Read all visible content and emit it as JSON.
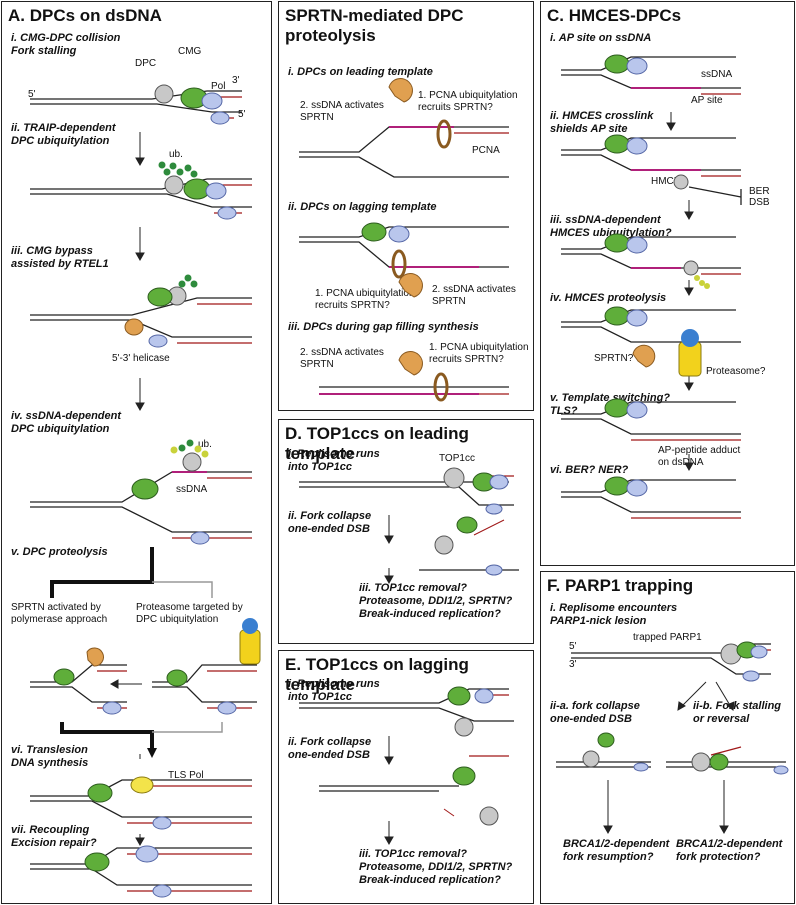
{
  "panels": {
    "a": {
      "title": "A. DPCs on dsDNA",
      "steps": [
        [
          "i. CMG-DPC collision",
          "Fork stalling"
        ],
        [
          "ii. TRAIP-dependent",
          "DPC ubiquitylation"
        ],
        [
          "iii. CMG bypass",
          "assisted by RTEL1"
        ],
        [
          "iv. ssDNA-dependent",
          "DPC ubiquitylation"
        ],
        [
          "v. DPC proteolysis"
        ],
        [
          "vi. Translesion",
          "DNA synthesis"
        ],
        [
          "vii. Recoupling",
          "Excision repair?"
        ]
      ],
      "labels": {
        "dpc": "DPC",
        "cmg": "CMG",
        "pol": "Pol",
        "ub1": "ub.",
        "helicase": "5'-3' helicase",
        "ub2": "ub.",
        "ssdna": "ssDNA",
        "sprtn_line1": "SPRTN activated by",
        "sprtn_line2": "polymerase approach",
        "prot_line1": "Proteasome targeted by",
        "prot_line2": "DPC ubiquitylation",
        "tlspol": "TLS Pol"
      }
    },
    "b": {
      "title": [
        "SPRTN-mediated DPC",
        "proteolysis"
      ],
      "steps": [
        "i. DPCs on leading template",
        "ii. DPCs on lagging template",
        "iii. DPCs during gap filling synthesis"
      ],
      "labels": {
        "pcna_ub1": "1. PCNA ubiquitylation",
        "recruits": "recruits SPRTN?",
        "ssdna_act1": "2. ssDNA activates",
        "sprtn": "SPRTN",
        "pcna": "PCNA"
      }
    },
    "c": {
      "title": "C. HMCES-DPCs",
      "steps": [
        [
          "i. AP site on ssDNA"
        ],
        [
          "ii. HMCES crosslink",
          "shields AP site"
        ],
        [
          "iii. ssDNA-dependent",
          "HMCES ubiquitylation?"
        ],
        [
          "iv. HMCES proteolysis"
        ],
        [
          "v. Template switching?",
          "TLS?"
        ],
        [
          "vi. BER? NER?"
        ]
      ],
      "labels": {
        "ssdna": "ssDNA",
        "apsite": "AP site",
        "hmces": "HMCES",
        "ber": "BER",
        "dsb": "DSB",
        "sprtn": "SPRTN?",
        "proteasome": "Proteasome?",
        "adduct1": "AP-peptide adduct",
        "adduct2": "on dsDNA"
      }
    },
    "d": {
      "title": "D. TOP1ccs on leading template",
      "steps": [
        [
          "i. Replisome runs",
          "into TOP1cc"
        ],
        [
          "ii. Fork collapse",
          "one-ended DSB"
        ],
        [
          "iii. TOP1cc removal?",
          "Proteasome, DDI1/2, SPRTN?",
          "Break-induced replication?"
        ]
      ],
      "labels": {
        "top1cc": "TOP1cc"
      }
    },
    "e": {
      "title": "E. TOP1ccs on lagging template",
      "steps": [
        [
          "i. Replisome runs",
          "into TOP1cc"
        ],
        [
          "ii. Fork collapse",
          "one-ended DSB"
        ],
        [
          "iii. TOP1cc removal?",
          "Proteasome, DDI1/2, SPRTN?",
          "Break-induced replication?"
        ]
      ]
    },
    "f": {
      "title": "F. PARP1 trapping",
      "steps": [
        [
          "i. Replisome encounters",
          "PARP1-nick lesion"
        ],
        [
          "ii-a. fork collapse",
          "one-ended DSB"
        ],
        [
          "ii-b. Fork stalling",
          "or reversal"
        ],
        [
          "BRCA1/2-dependent",
          "fork resumption?"
        ],
        [
          "BRCA1/2-dependent",
          "fork protection?"
        ]
      ],
      "labels": {
        "trapped": "trapped PARP1"
      }
    }
  },
  "ends": {
    "five": "5'",
    "three": "3'"
  },
  "colors": {
    "cmg_green": "#5fae3a",
    "pol_blue": "#b9c6ec",
    "dpc_gray": "#c8c8c8",
    "ub_green": "#2e8b3c",
    "sprtn_orange": "#e0a050",
    "nascent_red": "#a01818",
    "ssdna_magenta": "#b0207a",
    "proteasome_blue": "#3a7fd0",
    "proteasome_yellow": "#f2d21c",
    "tlspol_yellow": "#f3e34a"
  }
}
